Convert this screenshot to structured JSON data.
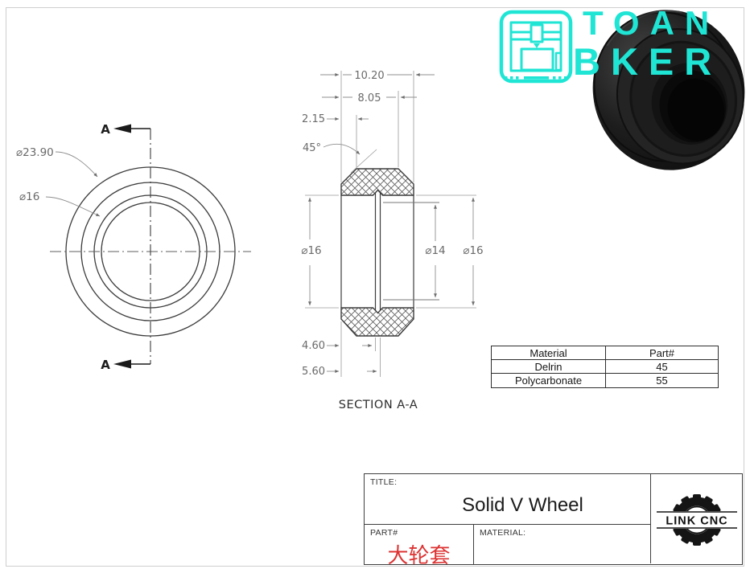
{
  "brand": {
    "name_line1": "TOAN",
    "name_line2": "BKER",
    "accent_color": "#1fe5d5"
  },
  "front_view": {
    "dim_outer_diameter": "⌀23.90",
    "dim_inner_diameter": "⌀16",
    "section_marker_top": "A",
    "section_marker_bottom": "A"
  },
  "section_view": {
    "caption": "SECTION A-A",
    "dim_overall_width": "10.20",
    "dim_face_width": "8.05",
    "dim_chamfer_width": "2.15",
    "dim_chamfer_angle": "45°",
    "dim_bore_left": "⌀16",
    "dim_bore_center": "⌀14",
    "dim_bore_right": "⌀16",
    "dim_pocket_a": "4.60",
    "dim_pocket_b": "5.60"
  },
  "materials_table": {
    "col1_header": "Material",
    "col2_header": "Part#",
    "rows": [
      {
        "material": "Delrin",
        "part": "45"
      },
      {
        "material": "Polycarbonate",
        "part": "55"
      }
    ]
  },
  "title_block": {
    "title_label": "TITLE:",
    "title": "Solid V Wheel",
    "part_label": "PART#",
    "part_value": "大轮套",
    "material_label": "MATERIAL:",
    "logo_text": "LINK CNC"
  }
}
